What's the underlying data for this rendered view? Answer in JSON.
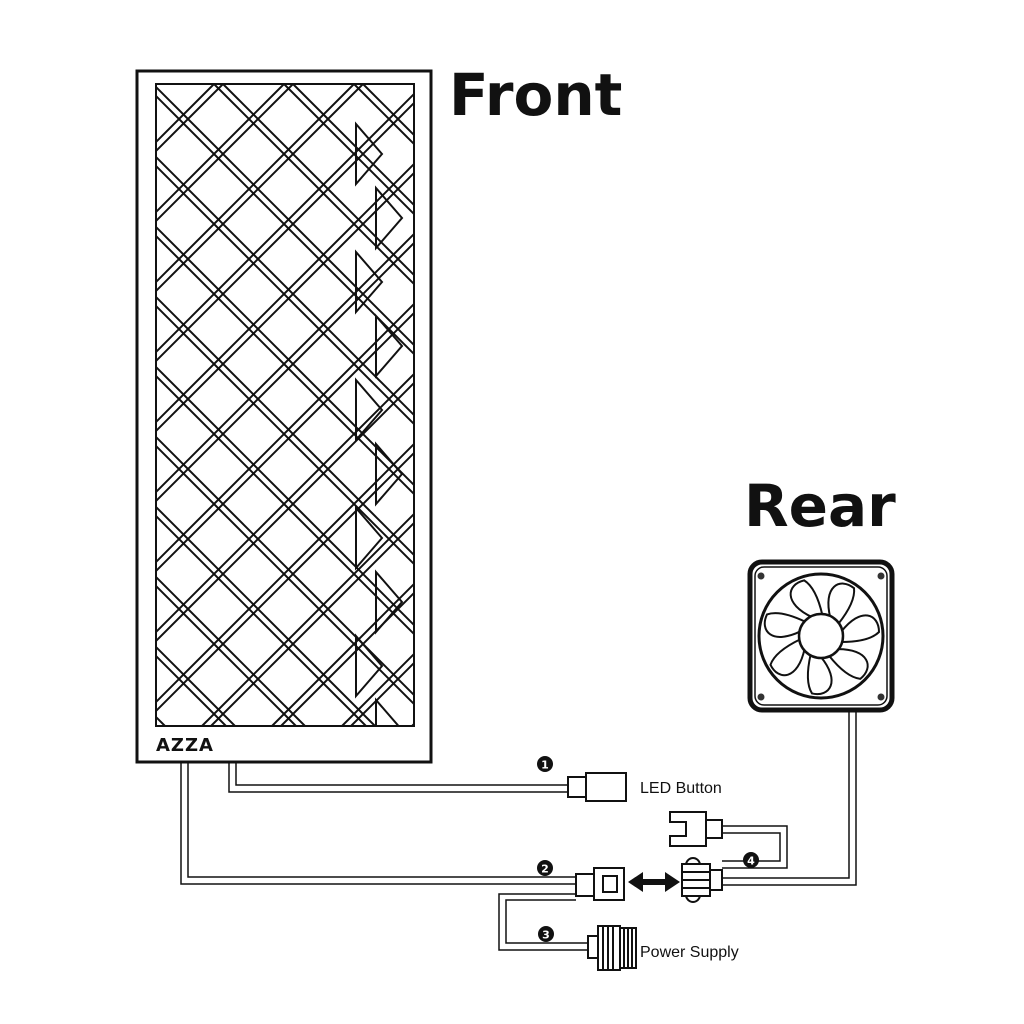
{
  "headings": {
    "front": "Front",
    "rear": "Rear"
  },
  "brand": "AZZA",
  "connectors": [
    {
      "number": "1",
      "label": "LED Button"
    },
    {
      "number": "2",
      "label": ""
    },
    {
      "number": "3",
      "label": "Power Supply"
    },
    {
      "number": "4",
      "label": ""
    }
  ],
  "colors": {
    "line": "#111111",
    "background": "#ffffff"
  },
  "icons": {
    "fan": "fan-icon",
    "arrow": "double-arrow-icon"
  }
}
